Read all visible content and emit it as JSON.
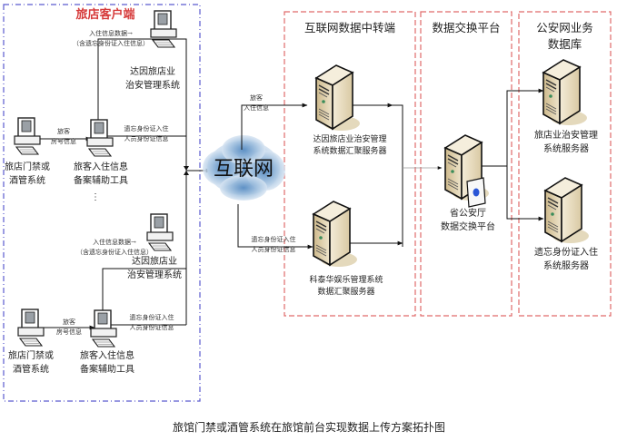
{
  "client_zone": {
    "title": "旅店客户端",
    "top_upload_label_line1": "入住信息数据→",
    "top_upload_label_line2": "（含遗忘身份证入住信息）",
    "top_system_line1": "达因旅店业",
    "top_system_line2": "治安管理系统",
    "top_left_pc_line1": "旅店门禁或",
    "top_left_pc_line2": "酒管系统",
    "top_guest_label_line1": "旅客",
    "top_guest_label_line2": "房号信息",
    "top_tool_line1": "旅客入住信息",
    "top_tool_line2": "备案辅助工具",
    "top_forgot_label_line1": "遗忘身份证入住",
    "top_forgot_label_line2": "人员身份证信息",
    "ellipsis": "⋮",
    "bottom_upload_label_line1": "入住信息数据→",
    "bottom_upload_label_line2": "（含遗忘身份证入住信息）",
    "bottom_system_line1": "达因旅店业",
    "bottom_system_line2": "治安管理系统",
    "bottom_left_pc_line1": "旅店门禁或",
    "bottom_left_pc_line2": "酒管系统",
    "bottom_guest_label_line1": "旅客",
    "bottom_guest_label_line2": "房号信息",
    "bottom_tool_line1": "旅客入住信息",
    "bottom_tool_line2": "备案辅助工具",
    "bottom_forgot_label_line1": "遗忘身份证入住",
    "bottom_forgot_label_line2": "人员身份证信息"
  },
  "internet": {
    "cloud_label": "互联网",
    "upper_flow_line1": "旅客",
    "upper_flow_line2": "入住信息",
    "lower_flow_line1": "遗忘身份证入住",
    "lower_flow_line2": "人员身份证信息"
  },
  "relay_zone": {
    "title": "互联网数据中转端",
    "server1_line1": "达因旅店业治安管理",
    "server1_line2": "系统数据汇聚服务器",
    "server2_line1": "科泰华娱乐管理系统",
    "server2_line2": "数据汇聚服务器"
  },
  "exchange_zone": {
    "title": "数据交换平台",
    "server_line1": "省公安厅",
    "server_line2": "数据交换平台"
  },
  "police_zone": {
    "title_line1": "公安网业务",
    "title_line2": "数据库",
    "server1_line1": "旅店业治安管理",
    "server1_line2": "系统服务器",
    "server2_line1": "遗忘身份证入住",
    "server2_line2": "系统服务器"
  },
  "caption": "旅馆门禁或酒管系统在旅馆前台实现数据上传方案拓扑图",
  "colors": {
    "client_border": "#5a5acf",
    "zone_border": "#e06a6a",
    "client_title": "#d63a3a",
    "line": "#111111",
    "server_body": "#e8dcc0"
  }
}
